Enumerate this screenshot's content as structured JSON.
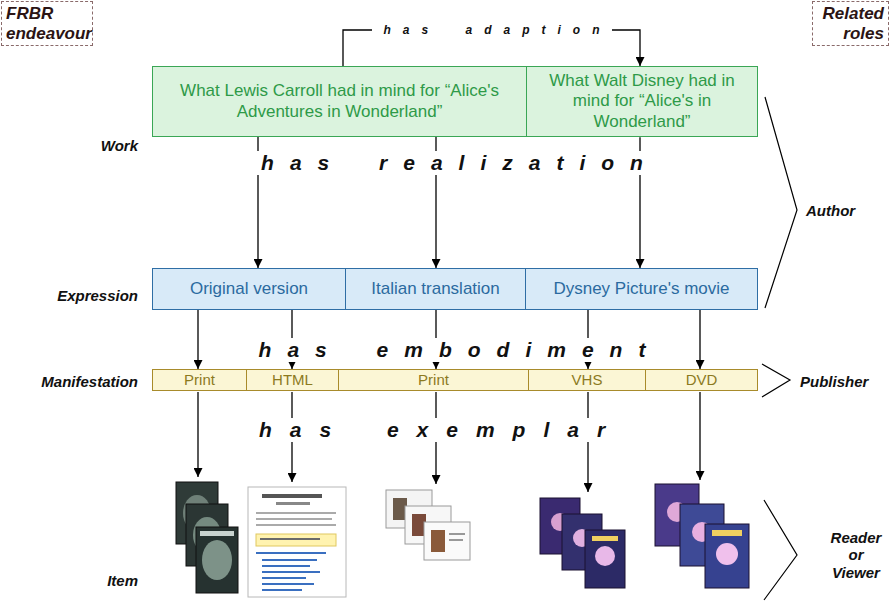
{
  "diagram": {
    "nodes": [
      {
        "text": [
          "FRBR endeavour"
        ]
      },
      {
        "text": [
          "Related roles"
        ]
      },
      {
        "text": [
          "What Lewis Carroll had in mind for “Alice's Adventures in Wonderland”"
        ]
      },
      {
        "text": [
          "What Walt Disney had in mind for “Alice's in Wonderland”"
        ]
      },
      {
        "text": [
          "Original version"
        ]
      },
      {
        "text": [
          "Italian translation"
        ]
      },
      {
        "text": [
          "Dysney Picture's movie"
        ]
      },
      {
        "text": [
          "Print"
        ]
      },
      {
        "text": [
          "HTML"
        ]
      },
      {
        "text": [
          "Print"
        ]
      },
      {
        "text": [
          "VHS"
        ]
      },
      {
        "text": [
          "DVD"
        ]
      }
    ],
    "edges": [
      {
        "from": 2,
        "to": 3,
        "label": "has adaption",
        "arrow": "to"
      },
      {
        "from": 2,
        "to": 4,
        "arrow": "to"
      },
      {
        "from": 2,
        "to": 5,
        "arrow": "to"
      },
      {
        "from": 3,
        "to": 6,
        "arrow": "to"
      },
      {
        "from": 4,
        "to": 7,
        "arrow": "to"
      },
      {
        "from": 4,
        "to": 8,
        "arrow": "to"
      },
      {
        "from": 5,
        "to": 9,
        "arrow": "to"
      },
      {
        "from": 6,
        "to": 10,
        "arrow": "to"
      },
      {
        "from": 6,
        "to": 11,
        "arrow": "to"
      }
    ],
    "labels": [
      "has realization",
      "has embodiment",
      "has exemplar",
      "Work",
      "Expression",
      "Manifestation",
      "Item",
      "Author",
      "Publisher",
      "Reader or Viewer"
    ]
  }
}
